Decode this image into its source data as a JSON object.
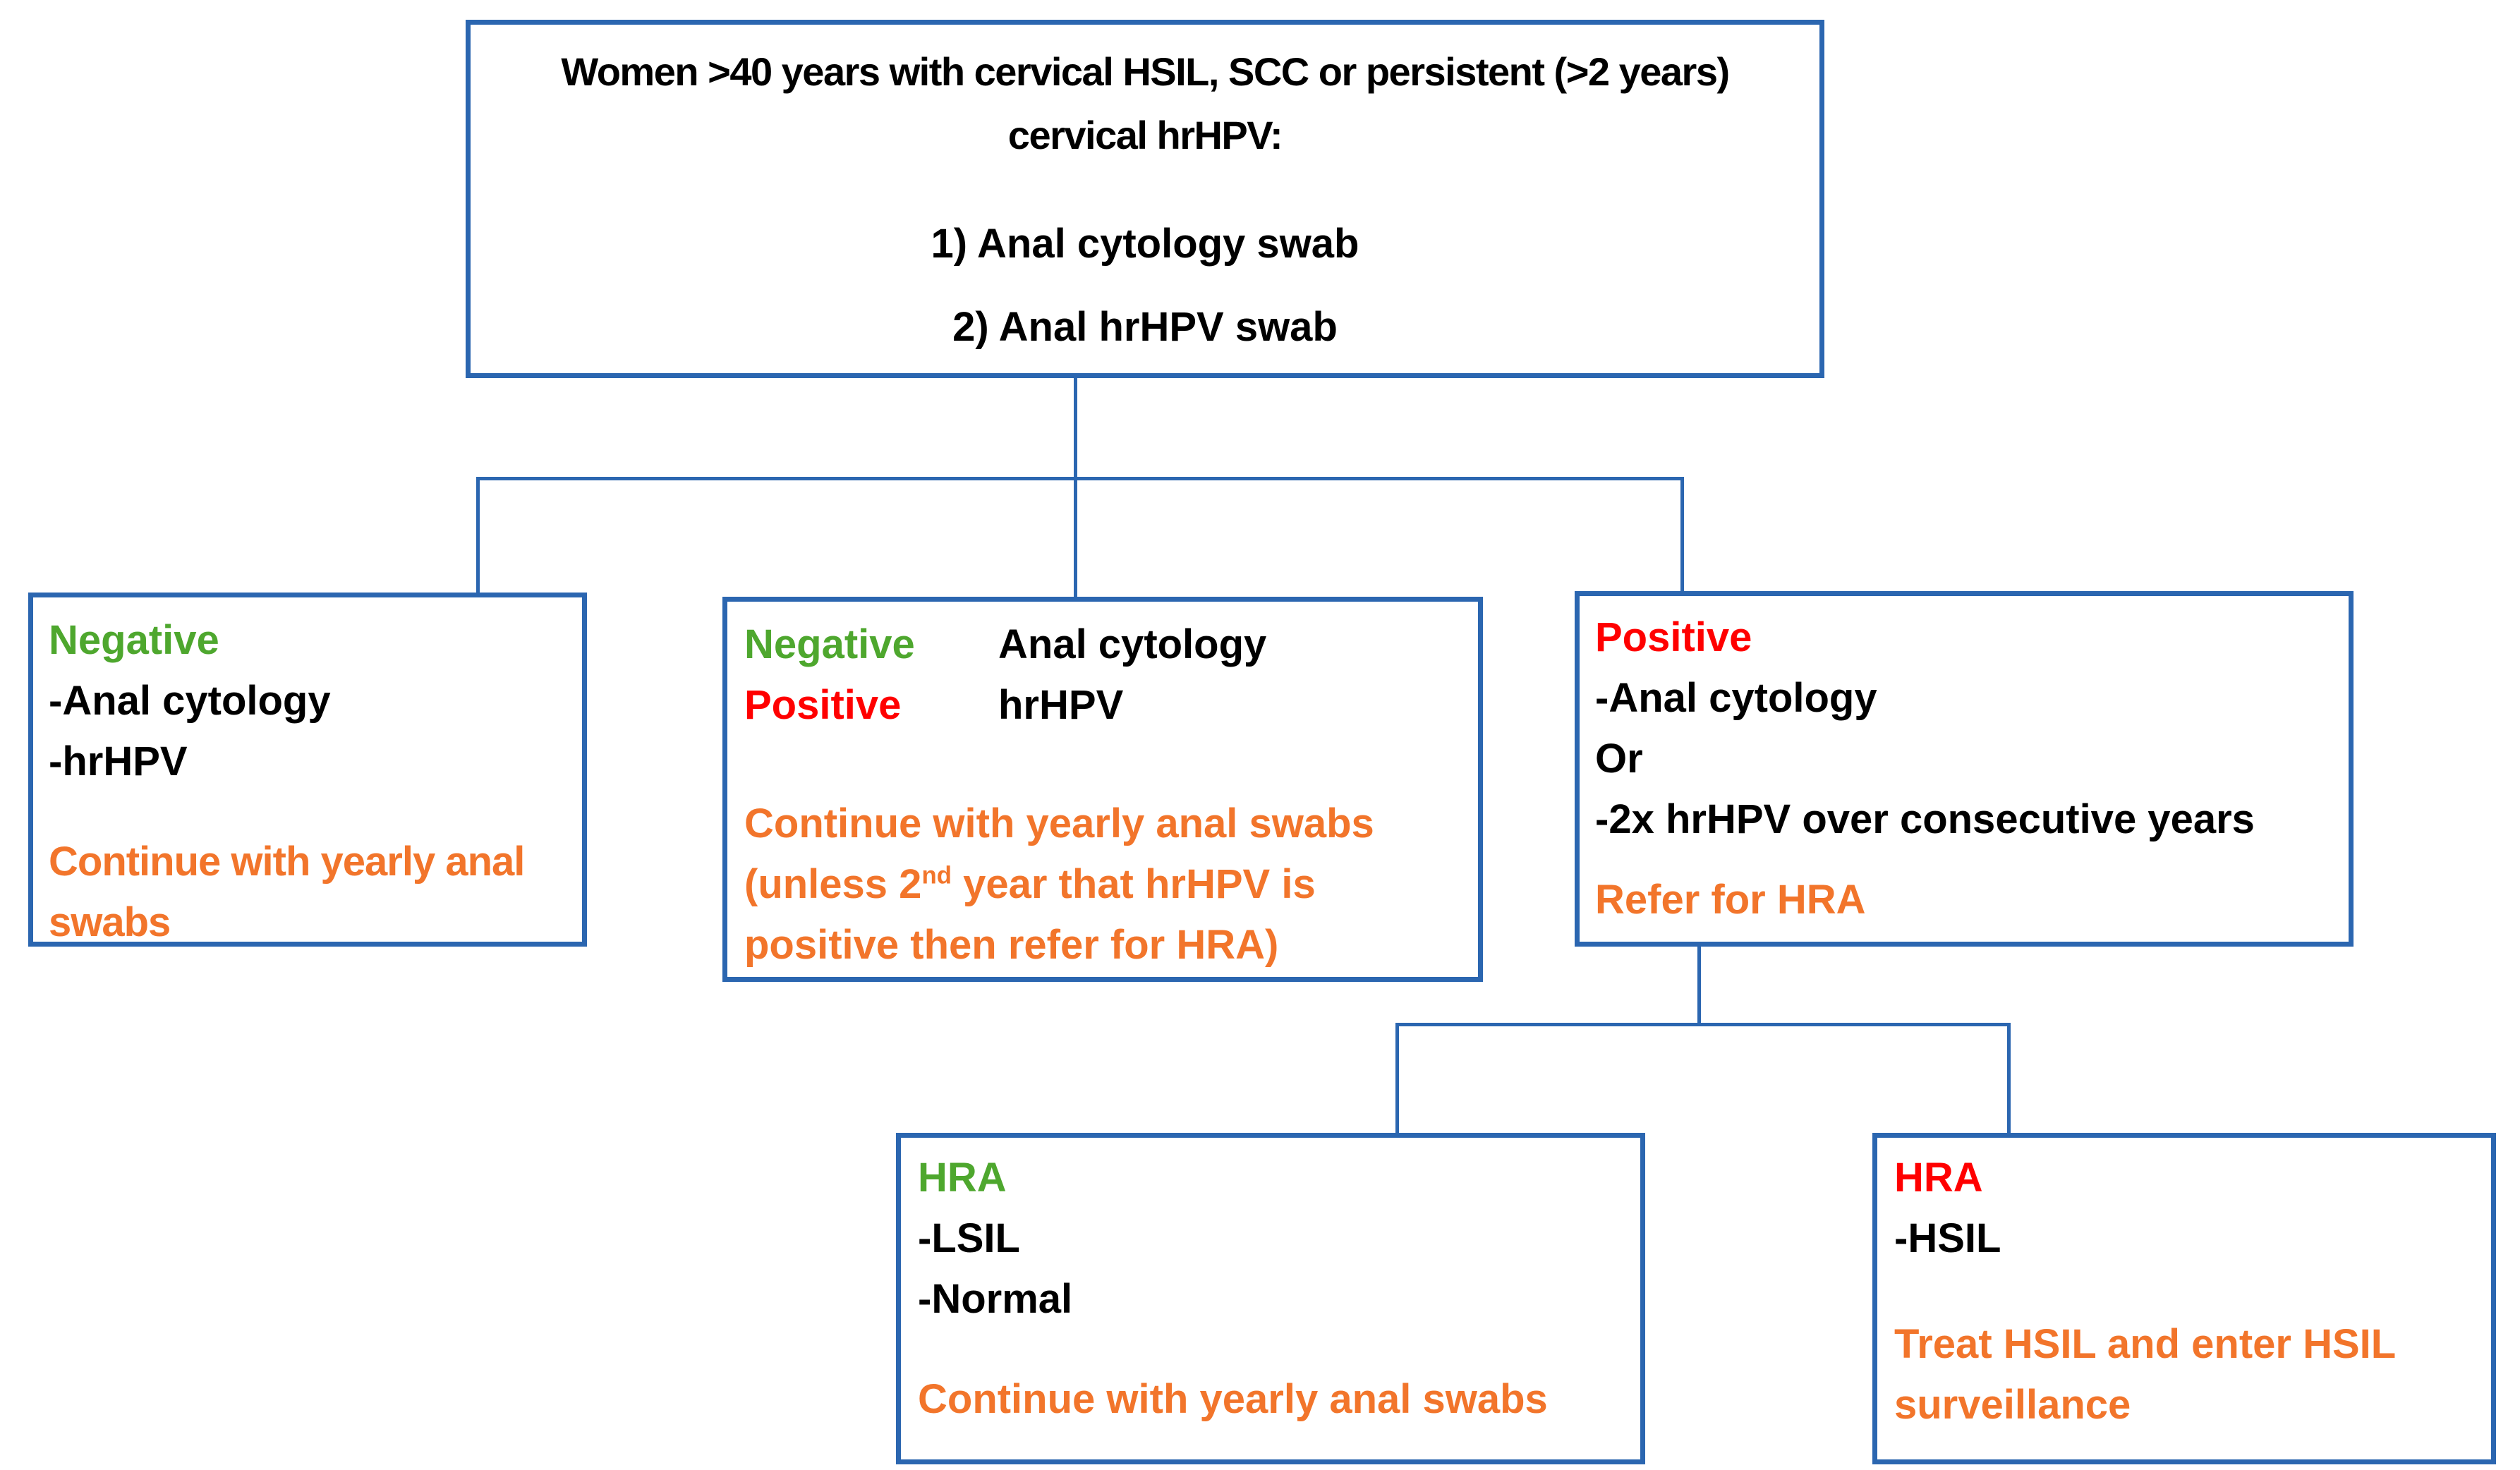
{
  "colors": {
    "border_blue": "#2B66B0",
    "negative_green": "#4EA72E",
    "positive_red": "#FF0000",
    "action_orange": "#F2752B",
    "text_black": "#000000"
  },
  "entry_box": {
    "title_line1": "Women >40 years with cervical HSIL, SCC or persistent (>2 years)",
    "title_line2": "cervical hrHPV:",
    "item1": "1) Anal cytology swab",
    "item2": "2) Anal hrHPV swab"
  },
  "negative_both_box": {
    "status": "Negative",
    "result1": "-Anal cytology",
    "result2": "-hrHPV",
    "action": "Continue with yearly anal swabs"
  },
  "discordant_box": {
    "row1_status": "Negative",
    "row1_test": "Anal cytology",
    "row2_status": "Positive",
    "row2_test": "hrHPV",
    "action_line1": "Continue with yearly anal swabs",
    "action_line2_pre": "(unless 2",
    "action_line2_sup": "nd",
    "action_line2_post": " year that hrHPV is",
    "action_line3": "positive then refer for HRA)"
  },
  "positive_box": {
    "status": "Positive",
    "result1": "-Anal cytology",
    "result2": "Or",
    "result3": "-2x hrHPV over consecutive years",
    "action": "Refer for HRA"
  },
  "hra_negative_box": {
    "title": "HRA",
    "result1": "-LSIL",
    "result2": "-Normal",
    "action": "Continue with yearly anal swabs"
  },
  "hra_positive_box": {
    "title": "HRA",
    "result1": "-HSIL",
    "action": "Treat HSIL and enter HSIL surveillance"
  }
}
